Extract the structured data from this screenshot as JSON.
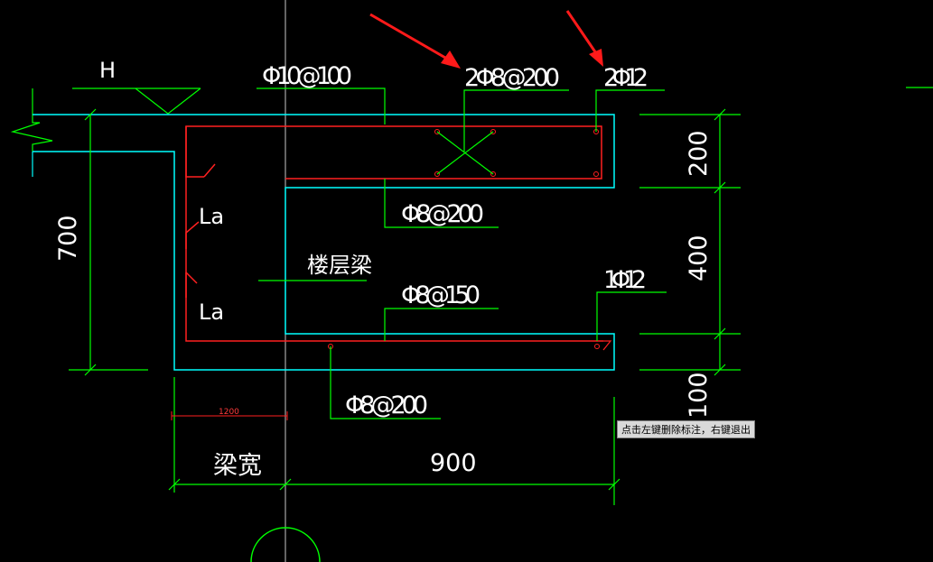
{
  "labels": {
    "elevation": "H",
    "stirrup_top": "Φ10@100",
    "top_rebar_arrow1": "2Φ8@200",
    "top_rebar_arrow2": "2Φ12",
    "mid_rebar1": "Φ8@200",
    "anchor_upper": "La",
    "anchor_lower": "La",
    "floor_beam": "楼层梁",
    "mid_rebar2": "Φ8@150",
    "bottom_right_rebar": "1Φ12",
    "bottom_rebar": "Φ8@200",
    "beam_width": "梁宽"
  },
  "dimensions": {
    "height_total": "700",
    "top_segment": "200",
    "mid_segment": "400",
    "bottom_segment": "100",
    "width_red": "1200",
    "width_total": "900"
  },
  "tooltip": "点击左键删除标注，右键退出",
  "colors": {
    "background": "#000000",
    "line_green": "#00ff00",
    "line_cyan": "#00ffff",
    "line_red": "#ff2020",
    "text_white": "#ffffff",
    "arrow_red": "#ff1a1a"
  }
}
